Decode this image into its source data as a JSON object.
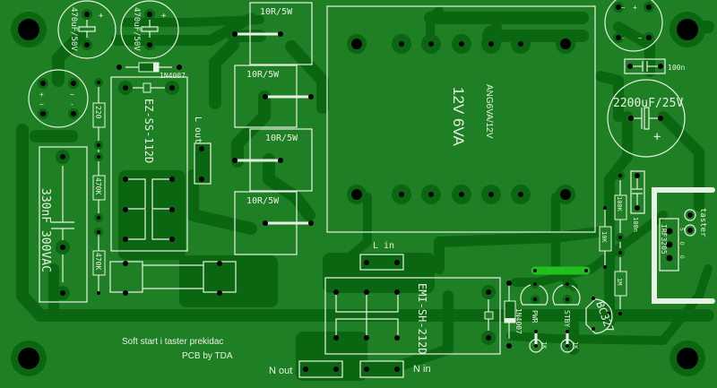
{
  "board": {
    "title": "Soft start i taster prekidac",
    "credit": "PCB by TDA",
    "colors": {
      "substrate": "#1f7f24",
      "copper": "#0b6611",
      "silkscreen": "#e8f2e4",
      "drill": "#000000",
      "jumper": "#22c01e"
    }
  },
  "components": {
    "cap_470_a": {
      "label": "470uF/50V",
      "polarity": "+"
    },
    "cap_470_b": {
      "label": "470uF/50V",
      "polarity": "+"
    },
    "diode_top": {
      "label": "1N4007"
    },
    "bridge_left": {
      "plus": "+",
      "minus": "-",
      "ac1": "~",
      "ac2": "~"
    },
    "res_220": {
      "label": "220"
    },
    "res_470k_a": {
      "label": "470K"
    },
    "res_470k_b": {
      "label": "470K"
    },
    "cap_x2": {
      "label": "330nF 300VAC"
    },
    "relay_ez": {
      "label": "EZ-SS-112D"
    },
    "conn_lout": {
      "label": "L out"
    },
    "res_10r": [
      {
        "label": "10R/5W"
      },
      {
        "label": "10R/5W"
      },
      {
        "label": "10R/5W"
      },
      {
        "label": "10R/5W"
      }
    ],
    "transformer": {
      "model": "ANG6VA/12V",
      "rating": "12V 6VA"
    },
    "bridge_right": {
      "plus": "+",
      "minus": "-",
      "ac1": "~",
      "ac2": "~"
    },
    "cap_100n_top": {
      "label": "100n"
    },
    "cap_2200": {
      "label": "2200uF/25V",
      "polarity": "+"
    },
    "res_100k": {
      "label": "100K"
    },
    "cap_100n_right": {
      "label": "100n"
    },
    "res_10k": {
      "label": "10K"
    },
    "res_1m": {
      "label": "1M"
    },
    "mosfet": {
      "label": "IRF3205",
      "pins": [
        "S",
        "D",
        "G"
      ]
    },
    "switch": {
      "label": "taster"
    },
    "conn_lin": {
      "label": "L in"
    },
    "relay_emi": {
      "label": "EMI-SH-212D"
    },
    "diode_bottom": {
      "label": "1N4007"
    },
    "led_pwr": {
      "label": "PWR"
    },
    "led_stby": {
      "label": "STBY"
    },
    "res_1k_a": {
      "label": "1K"
    },
    "res_1k_b": {
      "label": "1K"
    },
    "transistor": {
      "label": "BC327"
    },
    "conn_nout": {
      "label": "N out"
    },
    "conn_nin": {
      "label": "N in"
    }
  }
}
